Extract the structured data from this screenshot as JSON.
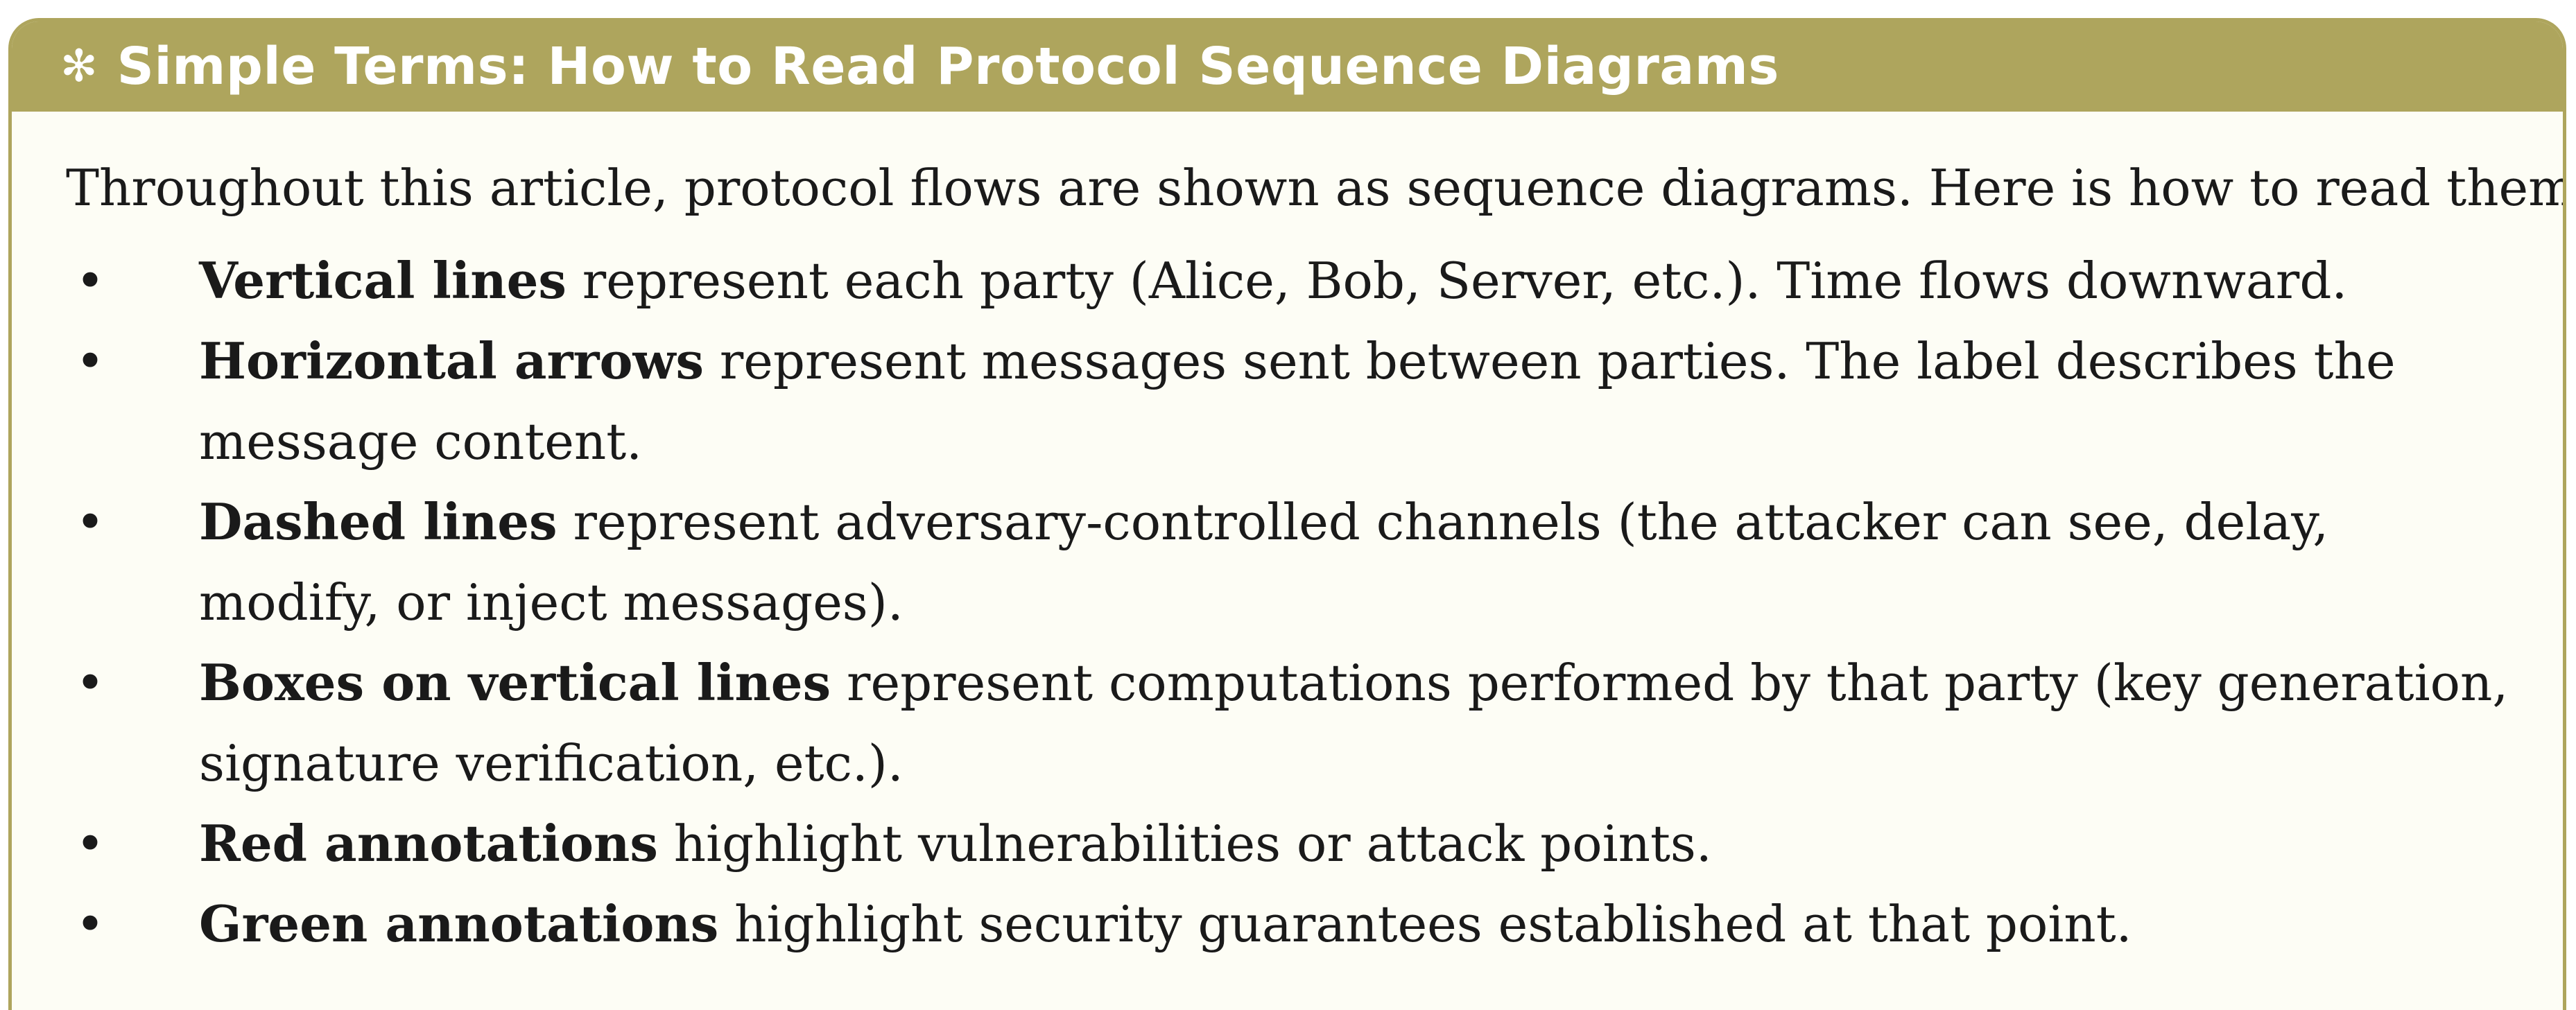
{
  "box": {
    "icon": "asterisk-icon",
    "icon_glyph": "✻",
    "title": "Simple Terms: How to Read Protocol Sequence Diagrams",
    "header_color": "#aea55d",
    "background_color": "#fdfdf5"
  },
  "intro": "Throughout this article, protocol flows are shown as sequence diagrams. Here is how to read them:",
  "bullets": [
    {
      "term": "Vertical lines",
      "text": " represent each party (Alice, Bob, Server, etc.). Time flows downward."
    },
    {
      "term": "Horizontal arrows",
      "text": " represent messages sent between parties. The label describes the message content."
    },
    {
      "term": "Dashed lines",
      "text": " represent adversary-controlled channels (the attacker can see, delay, modify, or inject messages)."
    },
    {
      "term": "Boxes on vertical lines",
      "text": " represent computations performed by that party (key generation, signature verification, etc.)."
    },
    {
      "term": "Red annotations",
      "text": " highlight vulnerabilities or attack points."
    },
    {
      "term": "Green annotations",
      "text": " highlight security guarantees established at that point."
    }
  ],
  "bullet_glyph": "•"
}
